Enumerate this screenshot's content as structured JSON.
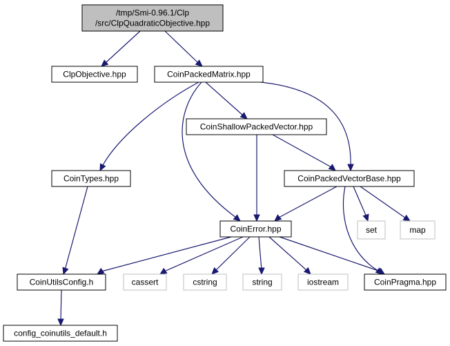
{
  "graph": {
    "nodes": [
      {
        "id": "root",
        "lines": [
          "/tmp/Smi-0.96.1/Clp",
          "/src/ClpQuadraticObjective.hpp"
        ],
        "style": "root"
      },
      {
        "id": "clpobjective",
        "lines": [
          "ClpObjective.hpp"
        ],
        "style": "normal"
      },
      {
        "id": "coinpackedmatrix",
        "lines": [
          "CoinPackedMatrix.hpp"
        ],
        "style": "normal"
      },
      {
        "id": "coinshallowpackedvector",
        "lines": [
          "CoinShallowPackedVector.hpp"
        ],
        "style": "normal"
      },
      {
        "id": "cointypes",
        "lines": [
          "CoinTypes.hpp"
        ],
        "style": "normal"
      },
      {
        "id": "coinpackedvectorbase",
        "lines": [
          "CoinPackedVectorBase.hpp"
        ],
        "style": "normal"
      },
      {
        "id": "set",
        "lines": [
          "set"
        ],
        "style": "external"
      },
      {
        "id": "map",
        "lines": [
          "map"
        ],
        "style": "external"
      },
      {
        "id": "coinerror",
        "lines": [
          "CoinError.hpp"
        ],
        "style": "normal"
      },
      {
        "id": "coinutilsconfig",
        "lines": [
          "CoinUtilsConfig.h"
        ],
        "style": "normal"
      },
      {
        "id": "cassert",
        "lines": [
          "cassert"
        ],
        "style": "external"
      },
      {
        "id": "cstring",
        "lines": [
          "cstring"
        ],
        "style": "external"
      },
      {
        "id": "string",
        "lines": [
          "string"
        ],
        "style": "external"
      },
      {
        "id": "iostream",
        "lines": [
          "iostream"
        ],
        "style": "external"
      },
      {
        "id": "coinpragma",
        "lines": [
          "CoinPragma.hpp"
        ],
        "style": "normal"
      },
      {
        "id": "config_default",
        "lines": [
          "config_coinutils_default.h"
        ],
        "style": "normal"
      }
    ],
    "edges": [
      {
        "from": "root",
        "to": "clpobjective"
      },
      {
        "from": "root",
        "to": "coinpackedmatrix"
      },
      {
        "from": "coinpackedmatrix",
        "to": "cointypes"
      },
      {
        "from": "coinpackedmatrix",
        "to": "coinerror"
      },
      {
        "from": "coinpackedmatrix",
        "to": "coinshallowpackedvector"
      },
      {
        "from": "coinpackedmatrix",
        "to": "coinpackedvectorbase"
      },
      {
        "from": "coinshallowpackedvector",
        "to": "coinerror"
      },
      {
        "from": "coinshallowpackedvector",
        "to": "coinpackedvectorbase"
      },
      {
        "from": "cointypes",
        "to": "coinutilsconfig"
      },
      {
        "from": "coinpackedvectorbase",
        "to": "coinerror"
      },
      {
        "from": "coinpackedvectorbase",
        "to": "set"
      },
      {
        "from": "coinpackedvectorbase",
        "to": "map"
      },
      {
        "from": "coinpackedvectorbase",
        "to": "coinpragma"
      },
      {
        "from": "coinerror",
        "to": "coinutilsconfig"
      },
      {
        "from": "coinerror",
        "to": "cassert"
      },
      {
        "from": "coinerror",
        "to": "cstring"
      },
      {
        "from": "coinerror",
        "to": "string"
      },
      {
        "from": "coinerror",
        "to": "iostream"
      },
      {
        "from": "coinerror",
        "to": "coinpragma"
      },
      {
        "from": "coinutilsconfig",
        "to": "config_default"
      }
    ]
  },
  "colors": {
    "edge": "#191970",
    "root_fill": "#bfbfbf",
    "root_border": "#000000",
    "normal_fill": "#ffffff",
    "normal_border": "#000000",
    "external_border": "#bfbfbf",
    "external_text": "#000000"
  }
}
